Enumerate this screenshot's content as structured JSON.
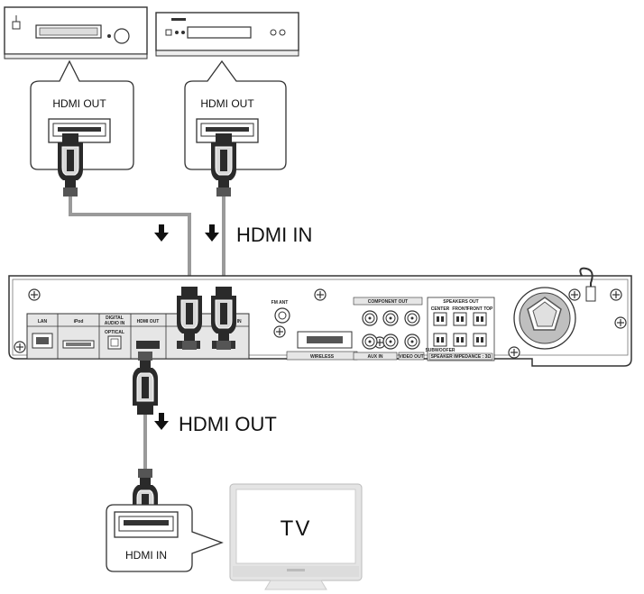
{
  "labels": {
    "src1_port": "HDMI OUT",
    "src2_port": "HDMI OUT",
    "hdmi_in_title": "HDMI IN",
    "hdmi_out_title": "HDMI OUT",
    "tv_port": "HDMI  IN",
    "tv_screen": "TV"
  },
  "panel": {
    "lan": "LAN",
    "ipod": "iPod",
    "digital_audio_in_1": "DIGITAL",
    "digital_audio_in_2": "AUDIO IN",
    "optical": "OPTICAL",
    "hdmi_out": "HDMI OUT",
    "hdmi_in": "HDMI IN",
    "fm_ant": "FM ANT",
    "wireless": "WIRELESS",
    "component_out": "COMPONENT OUT",
    "aux_in": "AUX IN",
    "video_out": "VIDEO OUT",
    "speakers_out": "SPEAKERS OUT",
    "center": "CENTER",
    "front": "FRONT",
    "front_top": "FRONT TOP",
    "subwoofer": "SUBWOOFER",
    "speaker_impedance": "SPEAKER IMPEDANCE : 3Ω"
  },
  "colors": {
    "cable": "#9a9a9a",
    "connector": "#2a2a2a",
    "outline": "#333333"
  }
}
